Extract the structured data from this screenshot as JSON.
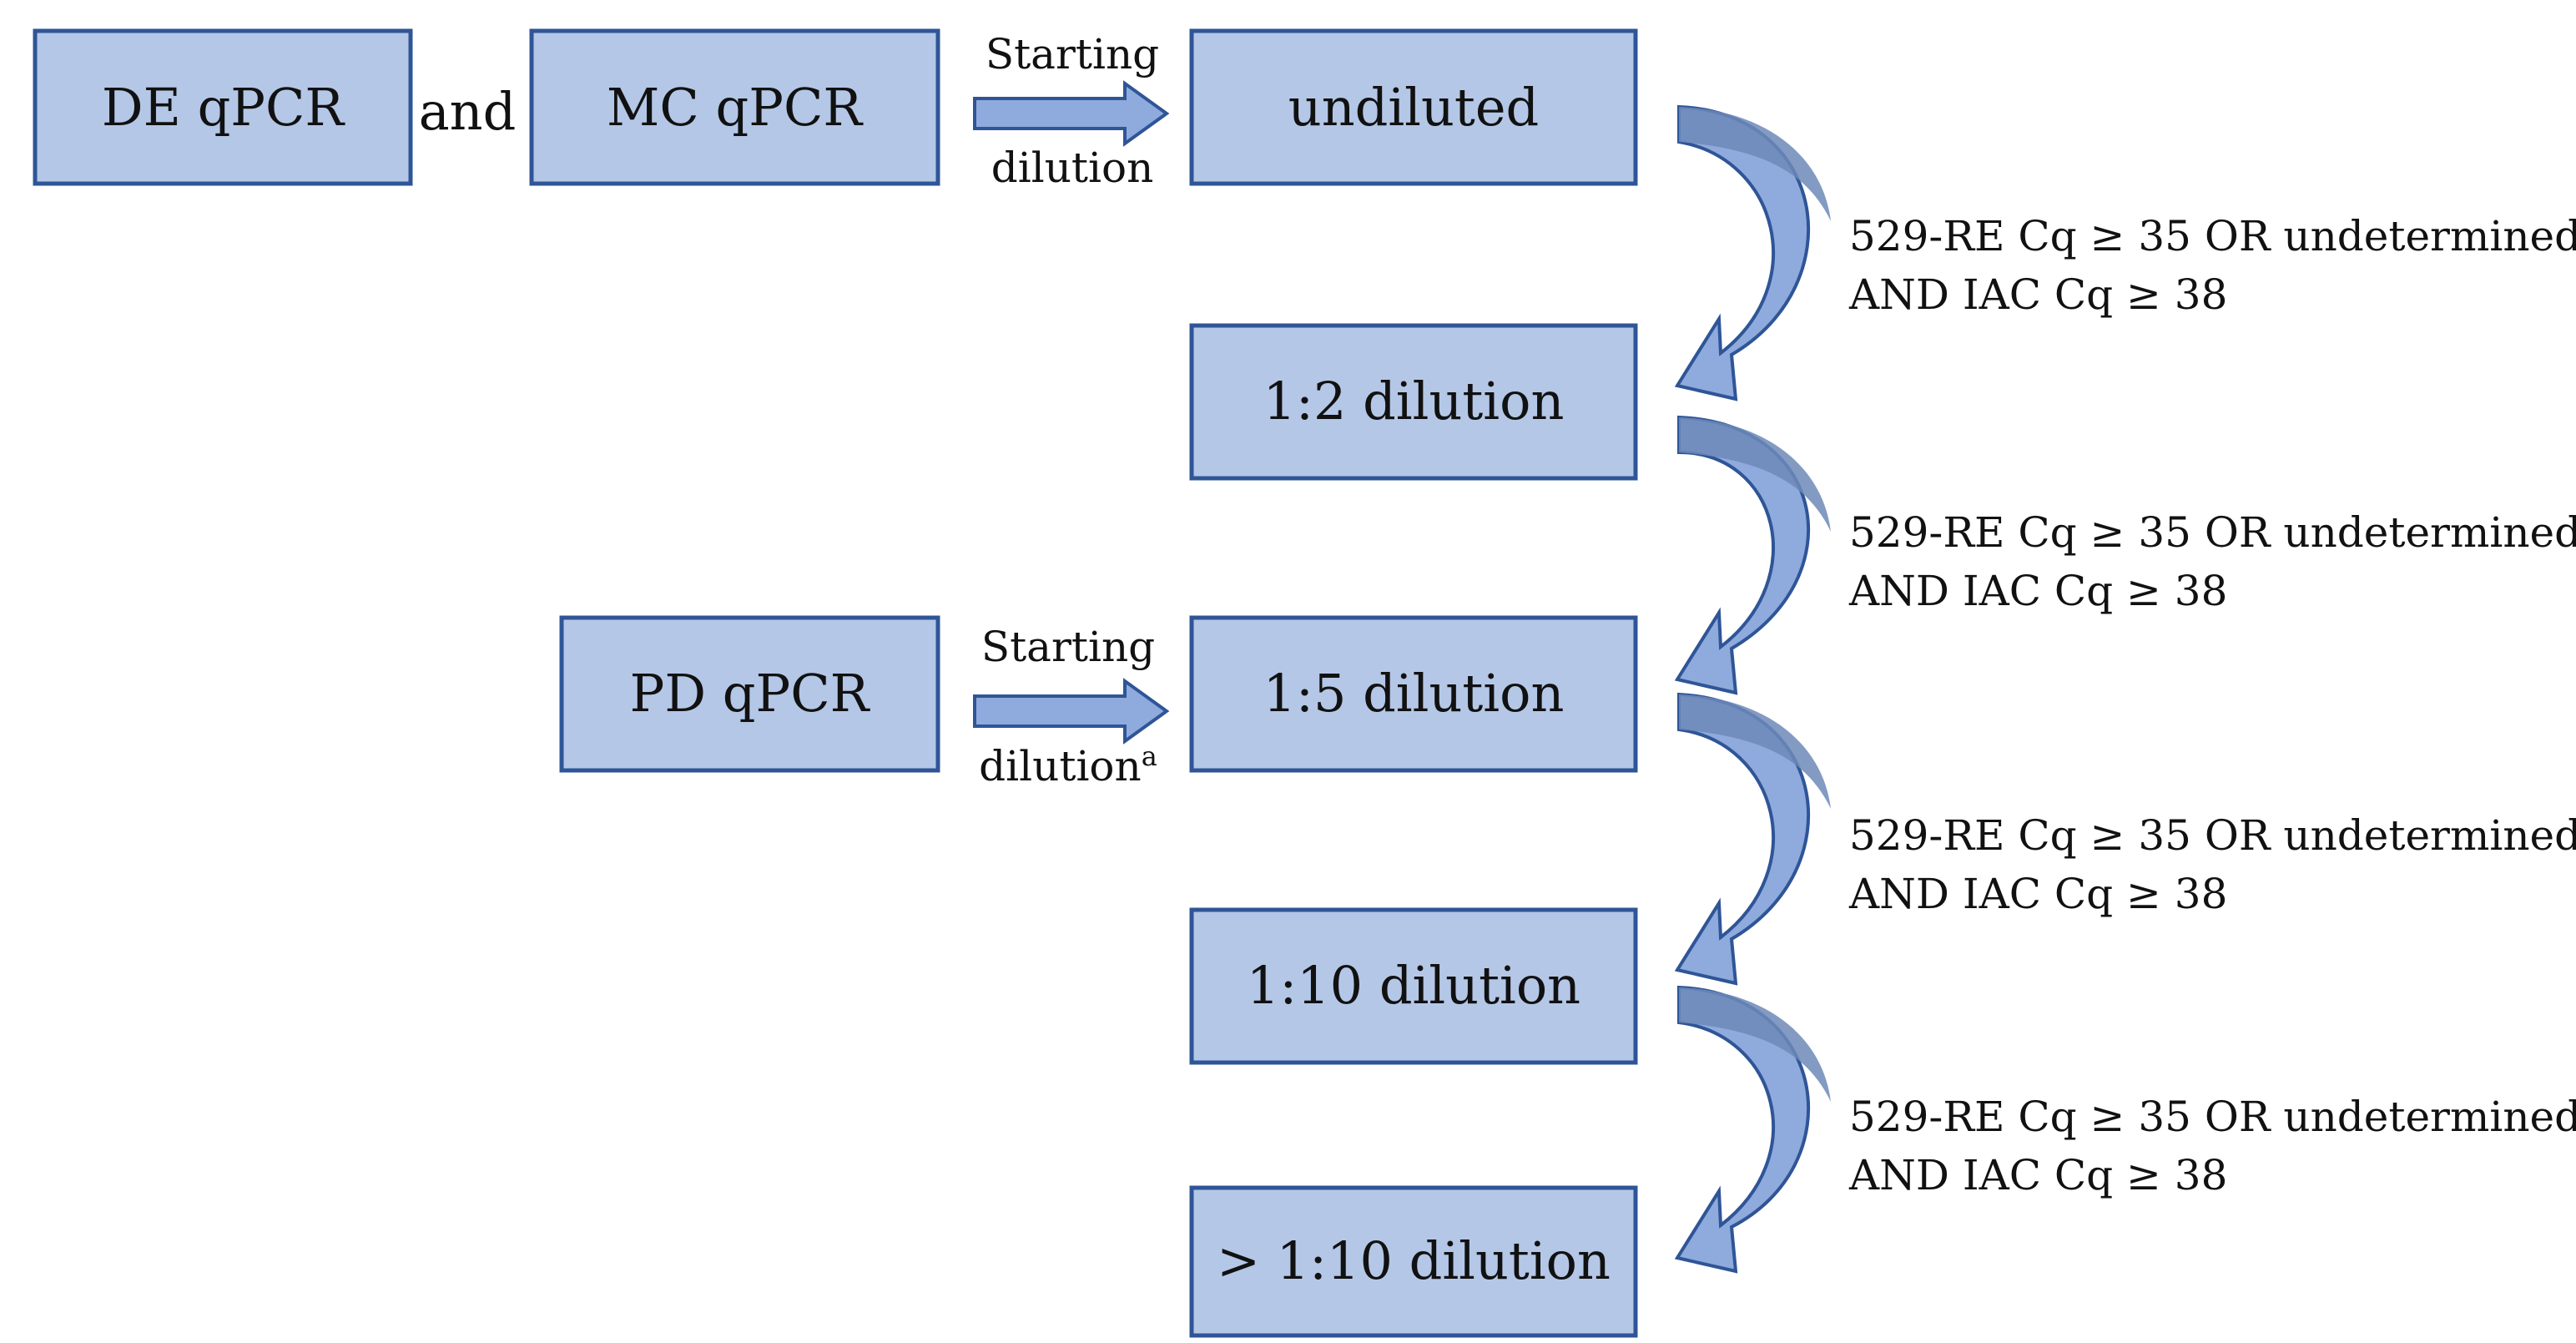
{
  "boxes": {
    "de_qpcr": "DE qPCR",
    "mc_qpcr": "MC qPCR",
    "pd_qpcr": "PD qPCR",
    "undiluted": "undiluted",
    "dil_1_2": "1:2 dilution",
    "dil_1_5": "1:5 dilution",
    "dil_1_10": "1:10 dilution",
    "dil_gt_1_10": "> 1:10 dilution"
  },
  "connector_word": "and",
  "starting_top": {
    "line1": "Starting",
    "line2": "dilution"
  },
  "starting_pd": {
    "line1": "Starting",
    "line2": "dilution",
    "superscript": "a"
  },
  "conditions": [
    {
      "line1": "529-RE Cq ≥ 35 OR undetermined,",
      "line2": "AND IAC Cq ≥ 38"
    },
    {
      "line1": "529-RE Cq ≥ 35 OR undetermined,",
      "line2": "AND IAC Cq ≥ 38"
    },
    {
      "line1": "529-RE Cq ≥ 35 OR undetermined,",
      "line2": "AND IAC Cq ≥ 38"
    },
    {
      "line1": "529-RE Cq ≥ 35 OR undetermined,",
      "line2": "AND IAC Cq ≥ 38"
    }
  ],
  "colors": {
    "box_fill": "#b4c7e7",
    "box_stroke": "#2f5597",
    "arrow_fill": "#8faadc",
    "arrow_shade": "#6d89b8"
  }
}
